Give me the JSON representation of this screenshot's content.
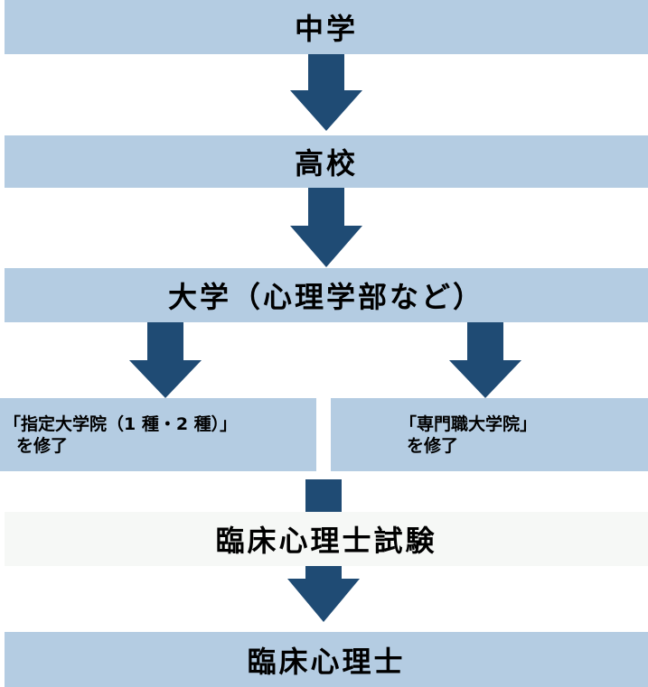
{
  "colors": {
    "box_fill": "#b4cce2",
    "arrow_fill": "#1f4b74",
    "exam_fill": "#f6f8f6"
  },
  "nodes": {
    "junior_high": "中学",
    "high_school": "高校",
    "university": "大学（心理学部など）",
    "designated_grad": {
      "line1": "「指定大学院（1 種・2 種）」",
      "line2": "を修了"
    },
    "professional_grad": {
      "line1": "「専門職大学院」",
      "line2": "を修了"
    },
    "exam": "臨床心理士試験",
    "result": "臨床心理士"
  }
}
